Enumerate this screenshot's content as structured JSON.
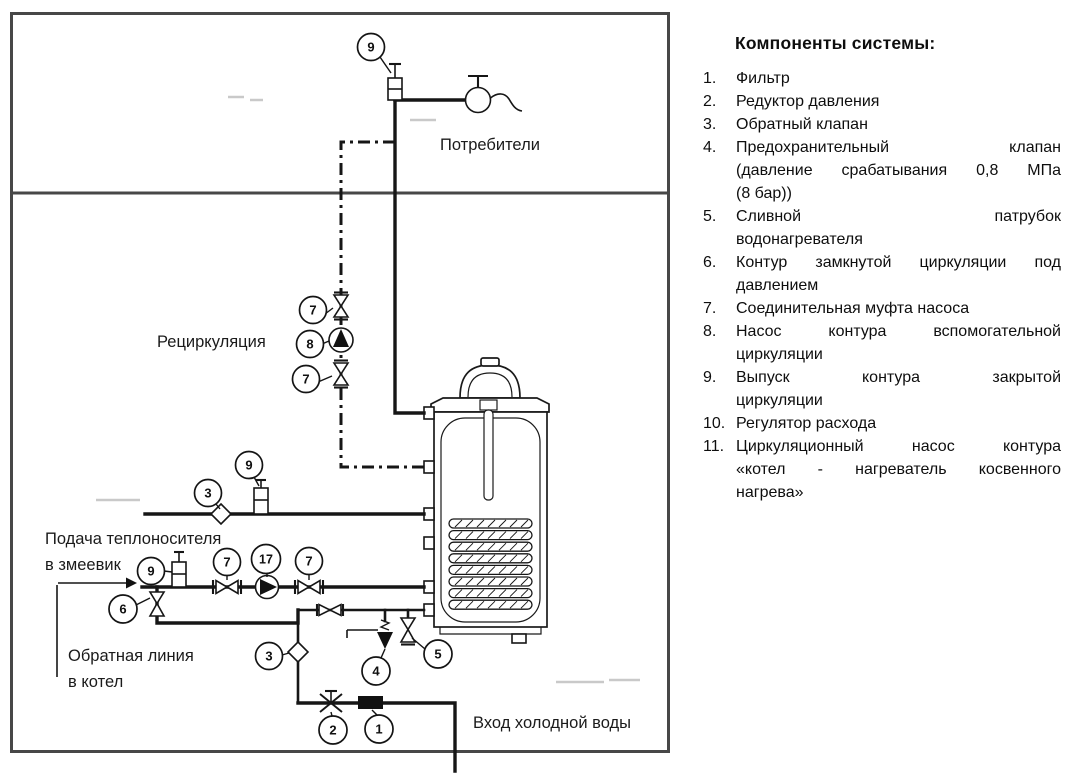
{
  "legend": {
    "title": "Компоненты системы:",
    "items": [
      {
        "num": "1.",
        "lines": [
          "Фильтр"
        ]
      },
      {
        "num": "2.",
        "lines": [
          "Редуктор давления"
        ]
      },
      {
        "num": "3.",
        "lines": [
          "Обратный клапан"
        ]
      },
      {
        "num": "4.",
        "lines": [
          "Предохранительный клапан",
          "(давление срабатывания 0,8 МПа",
          "(8 бар))"
        ]
      },
      {
        "num": "5.",
        "lines": [
          "Сливной патрубок",
          "водонагревателя"
        ]
      },
      {
        "num": "6.",
        "lines": [
          "Контур замкнутой циркуляции под",
          "давлением"
        ]
      },
      {
        "num": "7.",
        "lines": [
          "Соединительная муфта насоса"
        ]
      },
      {
        "num": "8.",
        "lines": [
          "Насос контура вспомогательной",
          "циркуляции"
        ]
      },
      {
        "num": "9.",
        "lines": [
          "Выпуск контура закрытой",
          "циркуляции"
        ]
      },
      {
        "num": "10.",
        "lines": [
          "Регулятор расхода"
        ]
      },
      {
        "num": "11.",
        "lines": [
          "Циркуляционный насос контура",
          "«котел - нагреватель косвенного",
          "нагрева»"
        ]
      }
    ]
  },
  "diagram": {
    "labels": {
      "consumers": "Потребители",
      "recirculation": "Рециркуляция",
      "supply_l1": "Подача теплоносителя",
      "supply_l2": "в змеевик",
      "return_l1": "Обратная линия",
      "return_l2": "в котел",
      "cold_inlet": "Вход холодной воды"
    },
    "callouts": [
      "9",
      "7",
      "8",
      "7",
      "3",
      "9",
      "9",
      "7",
      "17",
      "7",
      "6",
      "3",
      "4",
      "5",
      "2",
      "1"
    ],
    "colors": {
      "line": "#161616",
      "frame": "#474747",
      "text": "#1b1b1b"
    }
  }
}
